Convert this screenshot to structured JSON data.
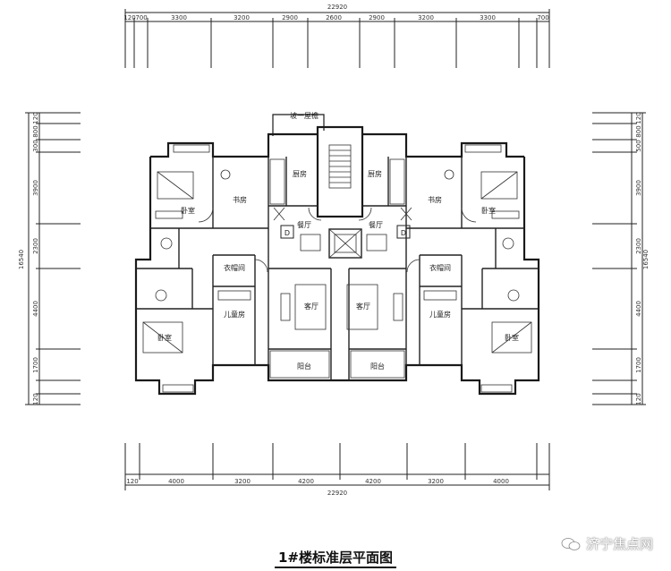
{
  "plan_title": "1#楼标准层平面图",
  "watermark": "济宁焦点网",
  "top_dims": {
    "total": "22920",
    "segments": [
      "120",
      "700",
      "3300",
      "3200",
      "2900",
      "2600",
      "2900",
      "3200",
      "3300",
      "700"
    ]
  },
  "bottom_dims": {
    "total": "22920",
    "segments": [
      "120",
      "4000",
      "3200",
      "4200",
      "4200",
      "3200",
      "4000"
    ]
  },
  "left_dims": {
    "total": "16540",
    "segments": [
      "120",
      "800",
      "300",
      "3900",
      "2300",
      "4400",
      "1700",
      "120"
    ]
  },
  "right_dims": {
    "total": "16540",
    "segments": [
      "120",
      "800",
      "500",
      "3900",
      "2300",
      "4400",
      "1700",
      "120"
    ]
  },
  "rooms": {
    "master_bedroom": "卧室",
    "study": "书房",
    "kitchen": "厨房",
    "walk_in": "衣帽间",
    "children_room": "儿童房",
    "bedroom": "卧室",
    "living": "客厅",
    "balcony": "阳台",
    "dining": "餐厅",
    "d_label": "D"
  },
  "roof_note": "坡一屋檐"
}
